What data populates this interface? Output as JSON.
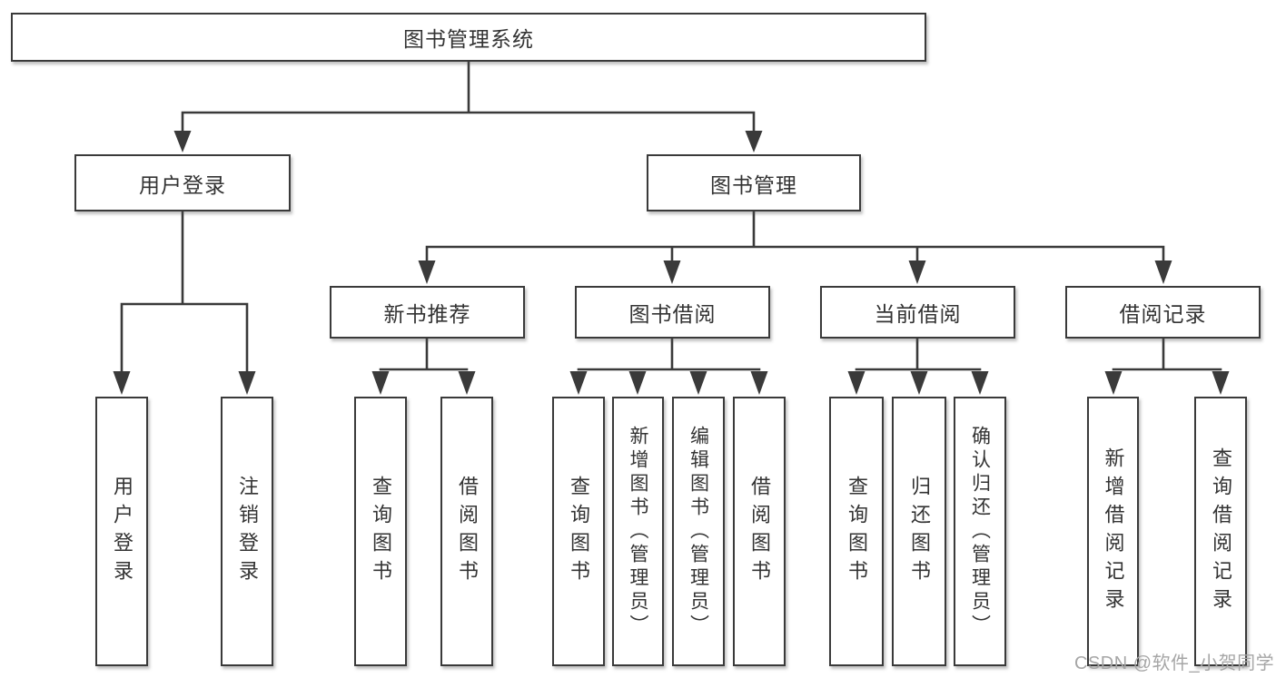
{
  "diagram": {
    "title": "图书管理系统",
    "root": {
      "label": "图书管理系统"
    },
    "level2": [
      {
        "label": "用户登录"
      },
      {
        "label": "图书管理"
      }
    ],
    "level3": [
      {
        "label": "新书推荐",
        "parent": "图书管理"
      },
      {
        "label": "图书借阅",
        "parent": "图书管理"
      },
      {
        "label": "当前借阅",
        "parent": "图书管理"
      },
      {
        "label": "借阅记录",
        "parent": "图书管理"
      }
    ],
    "leaves": [
      {
        "label": "用户登录",
        "parent": "用户登录"
      },
      {
        "label": "注销登录",
        "parent": "用户登录"
      },
      {
        "label": "查询图书",
        "parent": "新书推荐"
      },
      {
        "label": "借阅图书",
        "parent": "新书推荐"
      },
      {
        "label": "查询图书",
        "parent": "图书借阅"
      },
      {
        "label": "新增图书（管理员）",
        "parent": "图书借阅"
      },
      {
        "label": "编辑图书（管理员）",
        "parent": "图书借阅"
      },
      {
        "label": "借阅图书",
        "parent": "图书借阅"
      },
      {
        "label": "查询图书",
        "parent": "当前借阅"
      },
      {
        "label": "归还图书",
        "parent": "当前借阅"
      },
      {
        "label": "确认归还（管理员）",
        "parent": "当前借阅"
      },
      {
        "label": "新增借阅记录",
        "parent": "借阅记录"
      },
      {
        "label": "查询借阅记录",
        "parent": "借阅记录"
      }
    ]
  },
  "watermark": {
    "text": "CSDN @软件_小贺同学"
  },
  "colors": {
    "line": "#3a3a3a",
    "border": "#3a3a3a",
    "text": "#333333",
    "box_fill": "#ffffff",
    "watermark_text": "#a6a6a6",
    "background": "#ffffff"
  }
}
